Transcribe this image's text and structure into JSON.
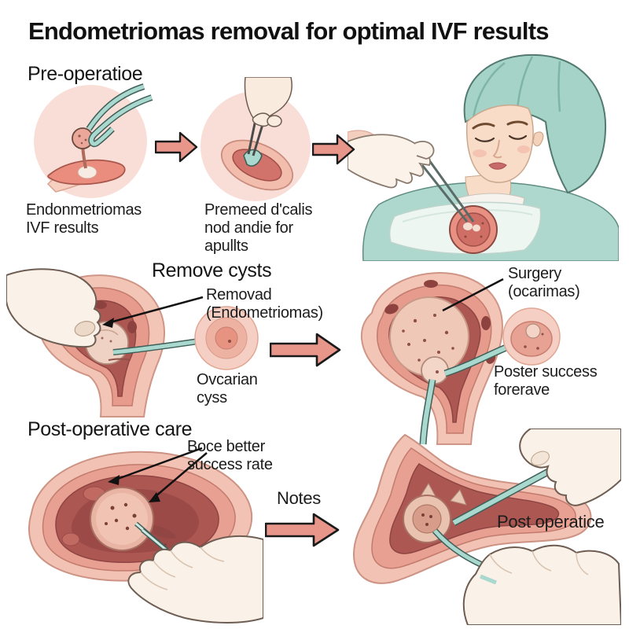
{
  "title": "Endometriomas removal for optimal IVF results",
  "colors": {
    "arrow": "#e8958a",
    "arrow_outline": "#1a1a1a",
    "teal_instrument": "#a9d8cf",
    "circle_background": "#f9ded8",
    "tissue_light": "#f3c5b6",
    "tissue_mid": "#e79b8c",
    "tissue_dark": "#ad5753",
    "cap_teal": "#a5d3c7",
    "drape_teal": "#aed8cd",
    "skin": "#f8dcc7",
    "text": "#1c1c1c"
  },
  "icons": {
    "flow_arrow": "arrow-right",
    "pointer_line": "label-pointer"
  },
  "sections": {
    "pre_operative": {
      "heading": "Pre-operatioe",
      "caption_step1": "Endonmetriomas\nIVF results",
      "caption_step2": "Premeed d'calis\nnod andie for\napullts"
    },
    "remove_cysts": {
      "heading": "Remove cysts",
      "label_removal": "Removad\n(Endometriomas)",
      "label_ovarian_cyst": "Ovcarian\ncyss",
      "label_surgery": "Surgery\n(ocarimas)",
      "label_poster_success": "Poster success\nforerave"
    },
    "post_operative": {
      "heading": "Post-operative care",
      "label_success_rate": "Boce better\nsuccess rate",
      "label_notes": "Notes",
      "label_post_operative": "Post operatice"
    }
  }
}
